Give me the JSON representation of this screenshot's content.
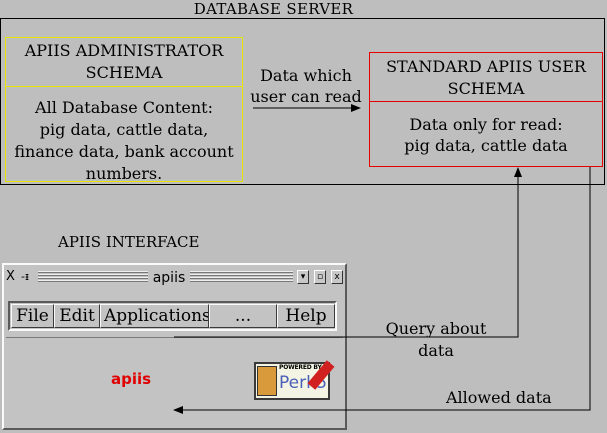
{
  "db_server": {
    "title": "DATABASE SERVER"
  },
  "admin_schema": {
    "title_line1": "APIIS ADMINISTRATOR",
    "title_line2": "SCHEMA",
    "content_line1": "All Database Content:",
    "content_line2": "pig data, cattle data,",
    "content_line3": "finance data,  bank account",
    "content_line4": "numbers."
  },
  "read_label": {
    "line1": "Data which",
    "line2": "user can read"
  },
  "user_schema": {
    "title_line1": "STANDARD APIIS USER",
    "title_line2": "SCHEMA",
    "content_line1": "Data only for read:",
    "content_line2": "pig data, cattle data"
  },
  "interface": {
    "title": "APIIS INTERFACE"
  },
  "window": {
    "title": "apiis",
    "close_glyph": "X",
    "pin_glyph": "-ᵻ",
    "buttons": {
      "minimize": "▾",
      "maximize": "▫",
      "close": "x"
    },
    "menu": [
      "File",
      "Edit",
      "Applications",
      "...",
      "Help"
    ],
    "app_name": "apiis"
  },
  "perl_badge": {
    "powered": "POWERED BY",
    "name": "Perl 5"
  },
  "query_label": {
    "line1": "Query  about",
    "line2": "data"
  },
  "allowed_label": "Allowed data",
  "colors": {
    "background": "#bebebe",
    "admin_border": "#e6e600",
    "user_border": "#e80000",
    "app_name": "#e00000"
  }
}
